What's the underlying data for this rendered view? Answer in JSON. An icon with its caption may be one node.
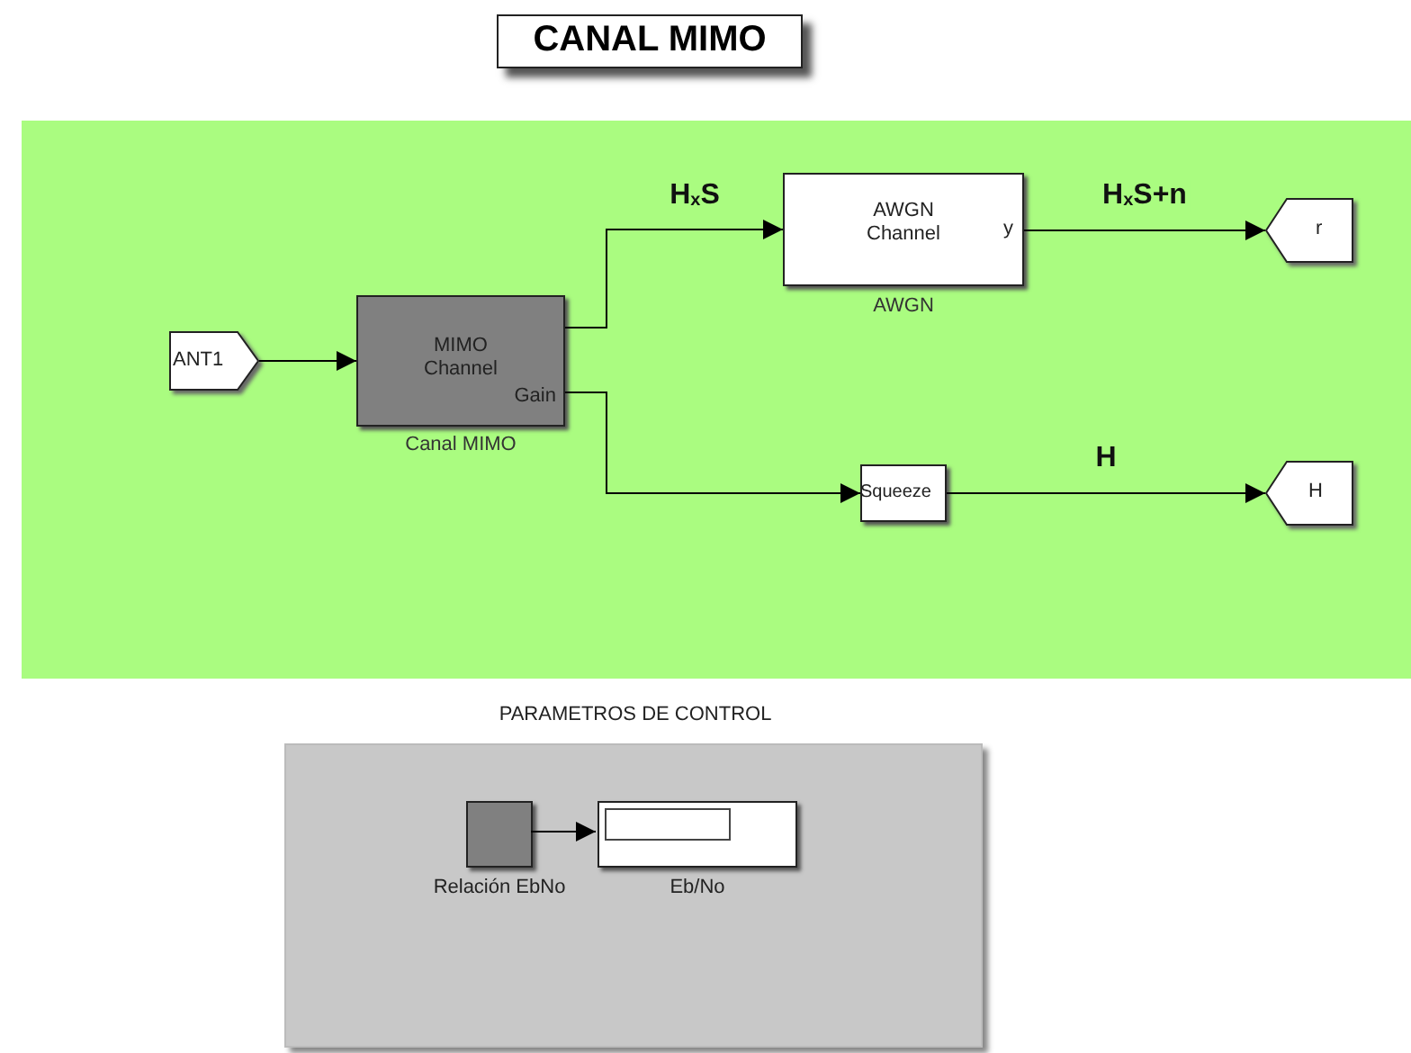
{
  "diagram": {
    "title": "CANAL MIMO",
    "nodes": [
      {
        "text": [],
        "shape": "box"
      },
      {
        "text": [
          "ANT1"
        ],
        "in": 0
      },
      {
        "text": [
          "MIMO Channel",
          "Gain"
        ],
        "in": 0,
        "beside": [
          "Canal MIMO"
        ]
      },
      {
        "text": [
          "AWGN Channel",
          "y"
        ],
        "in": 0,
        "beside": [
          "AWGN"
        ]
      },
      {
        "text": [
          "Squeeze"
        ],
        "in": 0
      },
      {
        "text": [
          "r"
        ],
        "in": 0
      },
      {
        "text": [
          "H"
        ],
        "in": 0
      },
      {
        "text": [
          "PARAMETROS DE CONTROL"
        ]
      },
      {
        "text": [],
        "shape": "box",
        "in": 7,
        "beside": [
          "Relación EbNo"
        ]
      },
      {
        "text": [],
        "shape": "box",
        "in": 7,
        "beside": [
          "Eb/No"
        ]
      }
    ],
    "edges": [
      {
        "from": 1,
        "to": 2,
        "arrow": "to"
      },
      {
        "from": 2,
        "to": 3,
        "arrow": "to",
        "label": "H$_{x}$S"
      },
      {
        "from": 3,
        "to": 5,
        "arrow": "to",
        "label": "H$_{x}$S+n"
      },
      {
        "from": 2,
        "to": 4,
        "arrow": "to"
      },
      {
        "from": 4,
        "to": 6,
        "arrow": "to",
        "label": "H"
      },
      {
        "from": 8,
        "to": 9,
        "arrow": "to"
      }
    ]
  }
}
